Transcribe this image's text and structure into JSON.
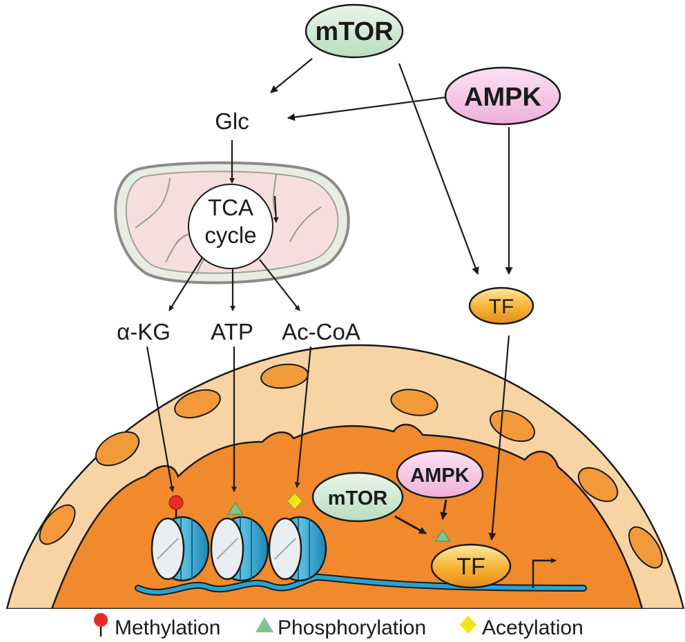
{
  "cytoplasm": {
    "mtor_label": "mTOR",
    "ampk_label": "AMPK",
    "glc_label": "Glc",
    "tca_line1": "TCA",
    "tca_line2": "cycle",
    "akg_label": "α-KG",
    "atp_label": "ATP",
    "accoa_label": "Ac-CoA",
    "tf_label": "TF"
  },
  "nucleus": {
    "mtor_label": "mTOR",
    "ampk_label": "AMPK",
    "tf_label": "TF"
  },
  "legend": {
    "methylation": "Methylation",
    "phosphorylation": "Phosphorylation",
    "acetylation": "Acetylation"
  },
  "colors": {
    "mtor_fill": "#cfe9d2",
    "ampk_fill": "#f3c4e6",
    "tf_fill": "#f6b232",
    "nuclear_envelope": "#f8d4a4",
    "nucleoplasm": "#f08a2c",
    "mito_outer": "#e8ece2",
    "mito_inner": "#f7dede",
    "histone": "#3ba7cf",
    "dna": "#1f93c0",
    "methyl_mark": "#e82b24",
    "phospho_mark": "#7cc590",
    "acetyl_mark": "#f3e31a"
  }
}
